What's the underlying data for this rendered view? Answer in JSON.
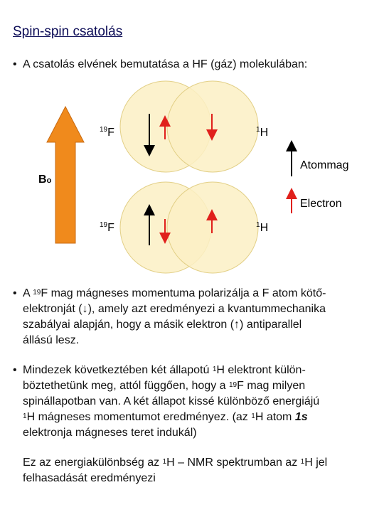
{
  "title": "Spin-spin csatolás",
  "bullet1": "A csatolás elvének bemutatása a HF (gáz) molekulában:",
  "diagram": {
    "b0_label": "B",
    "b0_sub": "o",
    "f_label_sup": "19",
    "f_label": "F",
    "h_label_sup": "1",
    "h_label": "H",
    "legend_nucleus": "Atommag",
    "legend_electron": "Electron"
  },
  "bullet2": {
    "l1a": "A ",
    "l1sup": "19",
    "l1b": "F mag mágneses momentuma polarizálja a F atom kötő-",
    "l2": "elektronját (↓), amely azt eredményezi a kvantummechanika",
    "l3": "szabályai alapján, hogy  a másik elektron (↑) antiparallel",
    "l4": "állású lesz."
  },
  "bullet3": {
    "l1a": "Mindezek következtében két állapotú ",
    "l1sup": "1",
    "l1b": "H elektront külön-",
    "l2a": "böztethetünk meg, attól függően, hogy a ",
    "l2sup": "19",
    "l2b": "F mag milyen",
    "l3": "spinállapotban van. A két állapot kissé  különböző energiájú",
    "l4sup": "1",
    "l4": "H mágneses momentumot eredményez. (az ",
    "l4sup2": "1",
    "l4b": "H atom ",
    "l4c": "1s",
    "l5": "elektronja mágneses teret indukál)"
  },
  "conclusion": {
    "l1a": "Ez az energiakülönbség az  ",
    "l1sup": "1",
    "l1b": "H – NMR spektrumban az ",
    "l1sup2": "1",
    "l1c": "H jel",
    "l2": "felhasadását eredményezi"
  },
  "colors": {
    "title": "#0a0a55",
    "circle_fill": "#fbf0c4",
    "circle_stroke": "#e2cf86",
    "b0_arrow": "#f08a1c",
    "electron_arrow": "#e0201c",
    "nucleus_arrow": "#000000"
  }
}
